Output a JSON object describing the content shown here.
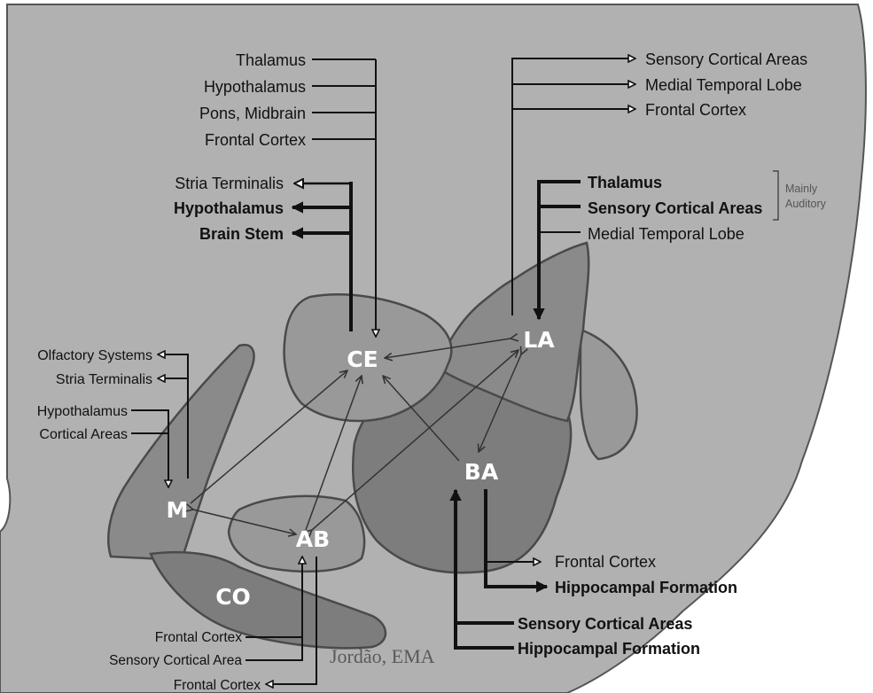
{
  "nuclei": {
    "CE": "CE",
    "LA": "LA",
    "BA": "BA",
    "M": "M",
    "AB": "AB",
    "CO": "CO"
  },
  "ce_inputs": [
    "Thalamus",
    "Hypothalamus",
    "Pons, Midbrain",
    "Frontal Cortex"
  ],
  "ce_outputs": [
    {
      "label": "Stria Terminalis",
      "bold": false
    },
    {
      "label": "Hypothalamus",
      "bold": true
    },
    {
      "label": "Brain Stem",
      "bold": true
    }
  ],
  "la_outputs": [
    "Sensory Cortical Areas",
    "Medial Temporal Lobe",
    "Frontal Cortex"
  ],
  "la_inputs": [
    {
      "label": "Thalamus",
      "bold": true
    },
    {
      "label": "Sensory Cortical Areas",
      "bold": true
    },
    {
      "label": "Medial Temporal Lobe",
      "bold": false
    }
  ],
  "mainly_note": [
    "Mainly",
    "Auditory"
  ],
  "m_outputs": [
    "Olfactory Systems",
    "Stria Terminalis"
  ],
  "m_inputs": [
    "Hypothalamus",
    "Cortical Areas"
  ],
  "ba_outputs": [
    {
      "label": "Frontal Cortex",
      "bold": false
    },
    {
      "label": "Hippocampal Formation",
      "bold": true
    }
  ],
  "ba_inputs": [
    {
      "label": "Sensory Cortical Areas",
      "bold": true
    },
    {
      "label": "Hippocampal Formation",
      "bold": true
    }
  ],
  "ab_inputs": [
    "Frontal Cortex",
    "Sensory Cortical Area"
  ],
  "ab_output": "Frontal Cortex",
  "signature": "Jordão, EMA",
  "colors": {
    "brain_region": "#b1b1b1",
    "nucleus": "#8a8a8a",
    "nucleus_dark": "#7d7d7d",
    "nucleus_light": "#999999",
    "outline": "#4a4a4a"
  }
}
